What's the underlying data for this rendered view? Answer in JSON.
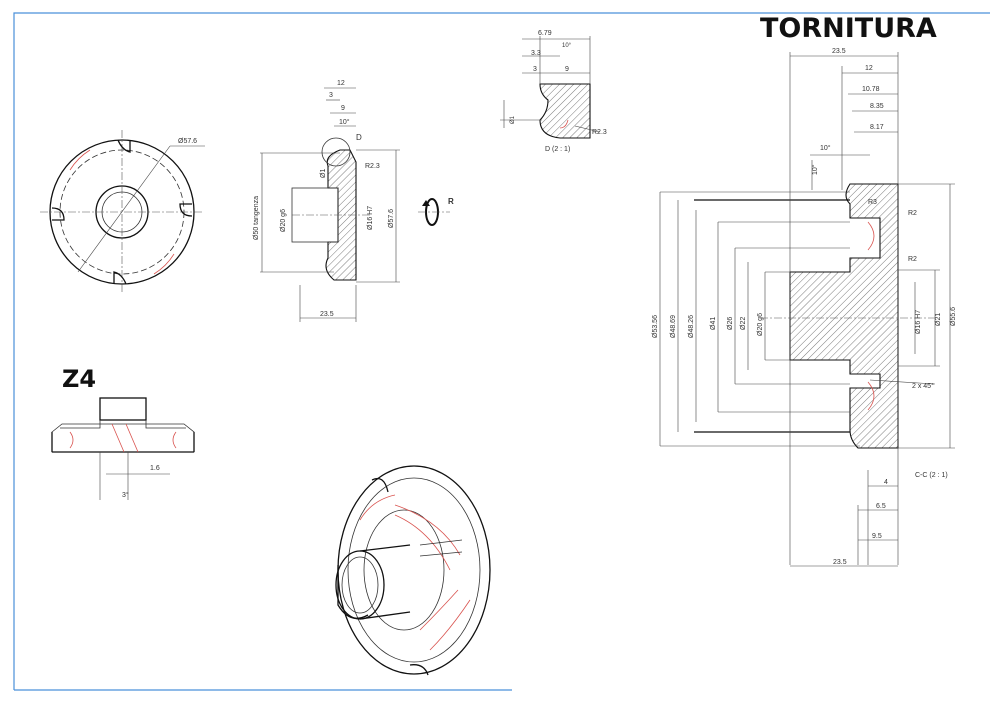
{
  "titles": {
    "main": "TORNITURA",
    "z4": "Z4"
  },
  "front_view": {
    "diameter": "Ø57.6"
  },
  "side_section": {
    "top_dims": [
      "12",
      "3",
      "9",
      "10°"
    ],
    "detail_marker": "D",
    "radius": "R2.3",
    "left_vertical": "Ø50 tangenza",
    "inner_dims": [
      "Ø20 g6",
      "Ø1",
      "Ø16 H7",
      "Ø57.6"
    ],
    "bottom_dim": "23.5",
    "rotation_label": "R"
  },
  "detail_d": {
    "dims": [
      "6.79",
      "3.3",
      "10°",
      "3",
      "9",
      "Ø1",
      "R2.3"
    ],
    "caption": "D (2 : 1)"
  },
  "section_cc": {
    "top_dims": [
      "23.5",
      "12",
      "10.78",
      "8.35",
      "8.17"
    ],
    "angles": [
      "10°",
      "10°"
    ],
    "radii": [
      "R3",
      "R2",
      "R2"
    ],
    "left_diameters": [
      "Ø53.56",
      "Ø48.69",
      "Ø48.26",
      "Ø41",
      "Ø26",
      "Ø22",
      "Ø20 g6"
    ],
    "right_diameters": [
      "Ø16 H7",
      "Ø21",
      "Ø55.6"
    ],
    "chamfer": "2 x 45°",
    "caption": "C-C (2 : 1)",
    "bottom_dims": [
      "4",
      "6.5",
      "9.5",
      "23.5"
    ]
  },
  "z4_view": {
    "dims": [
      "1.6",
      "3°"
    ]
  },
  "colors": {
    "frame": "#4a90d9",
    "accent_red": "#d9534f",
    "line": "#111111"
  }
}
